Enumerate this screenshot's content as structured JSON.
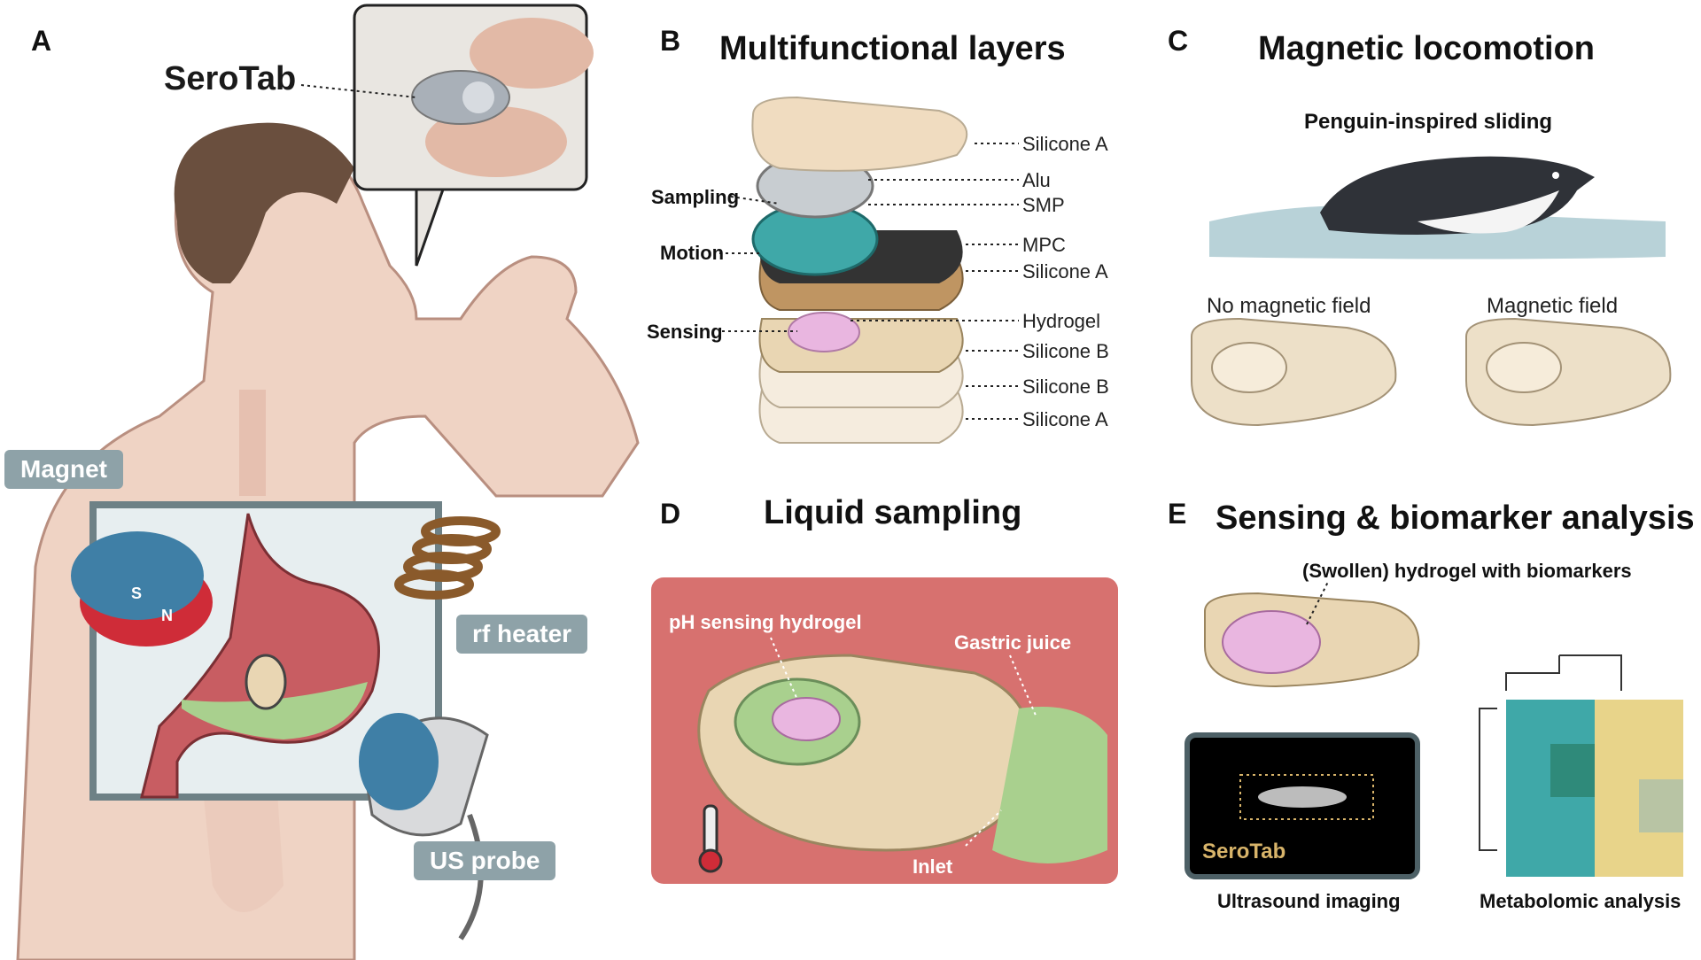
{
  "panels": {
    "a": {
      "letter": "A",
      "serotab_label": "SeroTab",
      "magnet_tag": "Magnet",
      "rf_tag": "rf heater",
      "us_tag": "US probe"
    },
    "b": {
      "letter": "B",
      "title": "Multifunctional layers",
      "layers": [
        "Silicone A",
        "Alu",
        "SMP",
        "MPC",
        "Silicone A",
        "Hydrogel",
        "Silicone B",
        "Silicone B",
        "Silicone A"
      ],
      "groups": {
        "sampling": "Sampling",
        "motion": "Motion",
        "sensing": "Sensing"
      }
    },
    "c": {
      "letter": "C",
      "title": "Magnetic locomotion",
      "subtitle": "Penguin-inspired sliding",
      "no_field": "No magnetic field",
      "field": "Magnetic field"
    },
    "d": {
      "letter": "D",
      "title": "Liquid sampling",
      "ph_label": "pH sensing hydrogel",
      "gastric_label": "Gastric juice",
      "inlet_label": "Inlet"
    },
    "e": {
      "letter": "E",
      "title": "Sensing & biomarker analysis",
      "hydrogel_label": "(Swollen) hydrogel with biomarkers",
      "serotab_label": "SeroTab",
      "ultrasound_caption": "Ultrasound imaging",
      "metabolomic_caption": "Metabolomic analysis"
    }
  },
  "magnet_pole_n": "N",
  "magnet_pole_s": "S",
  "colors": {
    "tag": "#8ea2a8",
    "skin": "#efd3c4",
    "stomach": "#c85d62",
    "gastric": "#a9d08e",
    "teal": "#3fa8a8",
    "hydrogel": "#e9b6e0",
    "bgPinkD": "#d7716f"
  }
}
